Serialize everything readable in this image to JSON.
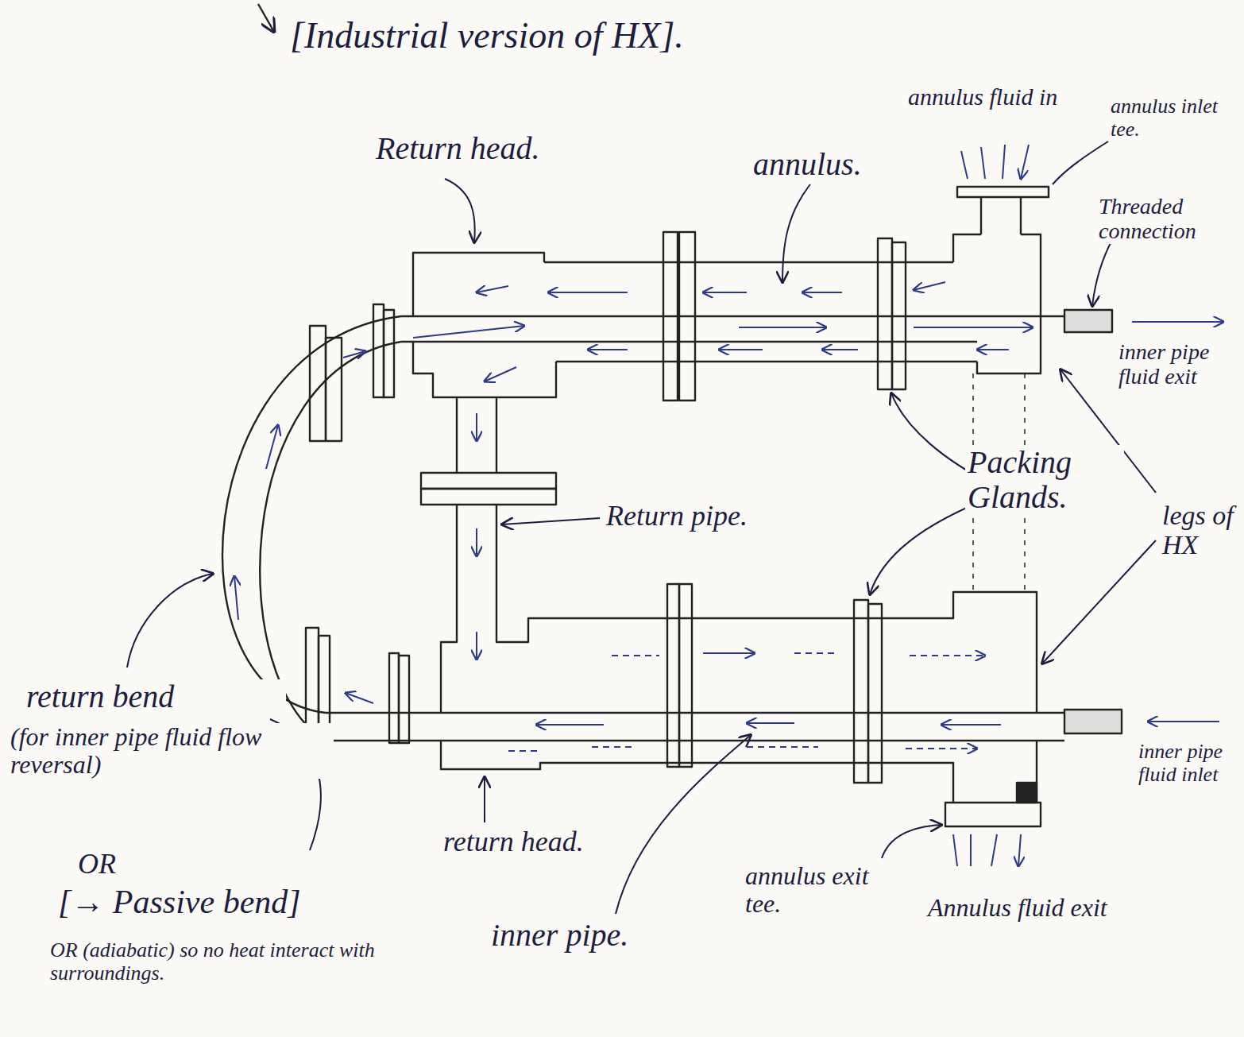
{
  "diagram": {
    "title": "[Industrial version of HX].",
    "labels": [
      "Return head.",
      "annulus.",
      "annulus fluid in",
      "annulus inlet tee.",
      "Threaded connection",
      "inner pipe fluid exit",
      "Packing Glands.",
      "legs of HX",
      "Return pipe.",
      "return bend",
      "(for inner pipe fluid flow reversal)",
      "OR",
      "[→ Passive bend]",
      "OR (adiabatic) so no heat interact with surroundings.",
      "return head.",
      "inner pipe.",
      "annulus exit tee.",
      "Annulus fluid exit",
      "inner pipe fluid inlet"
    ]
  }
}
